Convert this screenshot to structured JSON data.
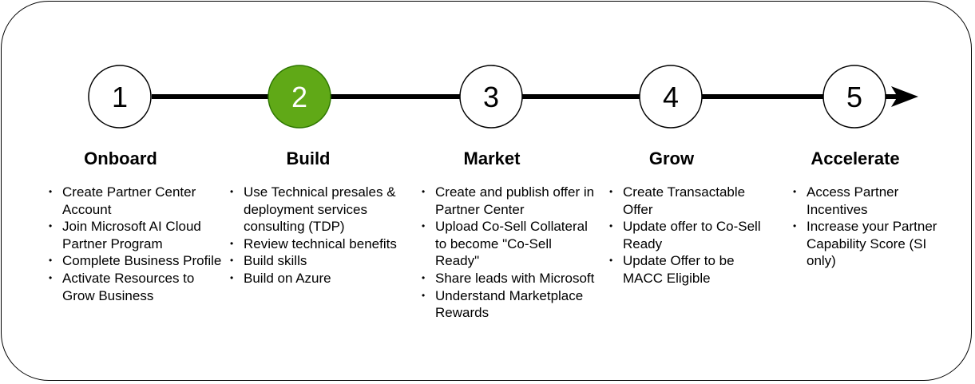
{
  "steps": [
    {
      "number": "1",
      "title": "Onboard",
      "active": false,
      "items": [
        "Create Partner Center Account",
        "Join Microsoft AI Cloud Partner Program",
        "Complete Business Profile",
        "Activate Resources to Grow Business"
      ]
    },
    {
      "number": "2",
      "title": "Build",
      "active": true,
      "items": [
        "Use Technical presales & deployment services consulting (TDP)",
        "Review technical benefits",
        "Build skills",
        "Build on Azure"
      ]
    },
    {
      "number": "3",
      "title": "Market",
      "active": false,
      "items": [
        "Create and publish offer in Partner Center",
        "Upload Co-Sell Collateral to become \"Co-Sell Ready\"",
        "Share leads with Microsoft",
        "Understand Marketplace Rewards"
      ]
    },
    {
      "number": "4",
      "title": "Grow",
      "active": false,
      "items": [
        "Create Transactable Offer",
        "Update offer to Co-Sell Ready",
        "Update Offer to be MACC Eligible"
      ]
    },
    {
      "number": "5",
      "title": "Accelerate",
      "active": false,
      "items": [
        "Access Partner Incentives",
        "Increase your Partner Capability Score (SI only)"
      ]
    }
  ],
  "colors": {
    "active_fill": "#60a917",
    "active_stroke": "#2d7600",
    "line": "#000000"
  }
}
